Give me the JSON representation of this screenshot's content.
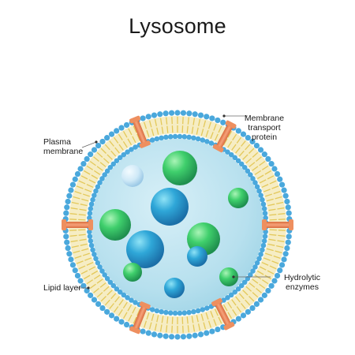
{
  "diagram": {
    "title": "Lysosome",
    "labels": {
      "membrane_transport_protein": [
        "Membrane",
        "transport",
        "protein"
      ],
      "plasma_membrane": [
        "Plasma",
        "membrane"
      ],
      "lipid_layer": "Lipid layer",
      "hydrolytic_enzymes": [
        "Hydrolytic",
        "enzymes"
      ]
    },
    "colors": {
      "membrane_heads": "#4aa8dc",
      "lipid_tails": "#e3c85a",
      "lumen": "#bfe3ef",
      "transport_protein": "#ee8f5f",
      "enzyme_blue": "#2a9bd0",
      "enzyme_green": "#3bc46a",
      "enzyme_pale": "#cfe9f7",
      "leader_lines": "#666666"
    }
  }
}
